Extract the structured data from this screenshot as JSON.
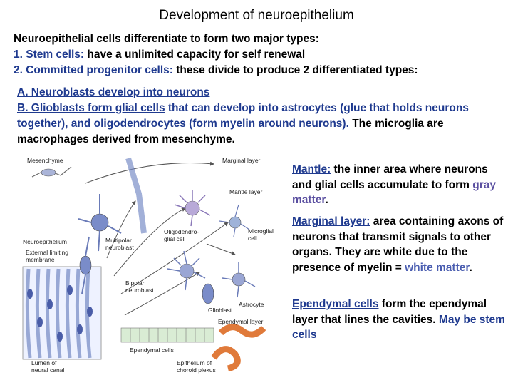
{
  "title": "Development of neuroepithelium",
  "intro": {
    "line1": "Neuroepithelial cells differentiate to form two major types:",
    "stem_num": "1. Stem cells:",
    "stem_text": " have a unlimited capacity for self renewal",
    "prog_num": "2. Committed progenitor cells:",
    "prog_text": " these divide to produce 2 differentiated types:"
  },
  "types": {
    "a": "A. Neuroblasts develop into neurons",
    "b_link": "B. Glioblasts form glial cells",
    "b_text1": " that can develop into astrocytes (glue that holds neurons together), and oligodendrocytes (form myelin around neurons).",
    "b_text2": " The microglia are macrophages derived from mesenchyme."
  },
  "mantle": {
    "term": "Mantle:",
    "text1": " the inner area where neurons and glial cells accumulate to form ",
    "highlight": "gray matter",
    "end": "."
  },
  "marginal": {
    "term": "Marginal layer:",
    "text1": " area containing axons of neurons that transmit signals to other organs. They are white due to the presence of myelin = ",
    "highlight": "white matter",
    "end": "."
  },
  "ependymal": {
    "term": "Ependymal cells",
    "text1": " form the ependymal layer that lines the cavities. ",
    "highlight": "May be stem cells"
  },
  "figure_labels": {
    "mesenchyme": "Mesenchyme",
    "marginal_layer": "Marginal layer",
    "mantle_layer": "Mantle layer",
    "neuroepithelium": "Neuroepithelium",
    "external_1": "External limiting",
    "external_2": "membrane",
    "multipolar_1": "Multipolar",
    "multipolar_2": "neuroblast",
    "oligo_1": "Oligodendro-",
    "oligo_2": "glial cell",
    "microglial_1": "Microglial",
    "microglial_2": "cell",
    "bipolar_1": "Bipolar",
    "bipolar_2": "neuroblast",
    "astrocyte": "Astrocyte",
    "glioblast": "Glioblast",
    "ependymal_layer": "Ependymal layer",
    "ependymal_cells": "Ependymal cells",
    "lumen_1": "Lumen of",
    "lumen_2": "neural canal",
    "choroid_1": "Epithelium of",
    "choroid_2": "choroid plexus"
  }
}
